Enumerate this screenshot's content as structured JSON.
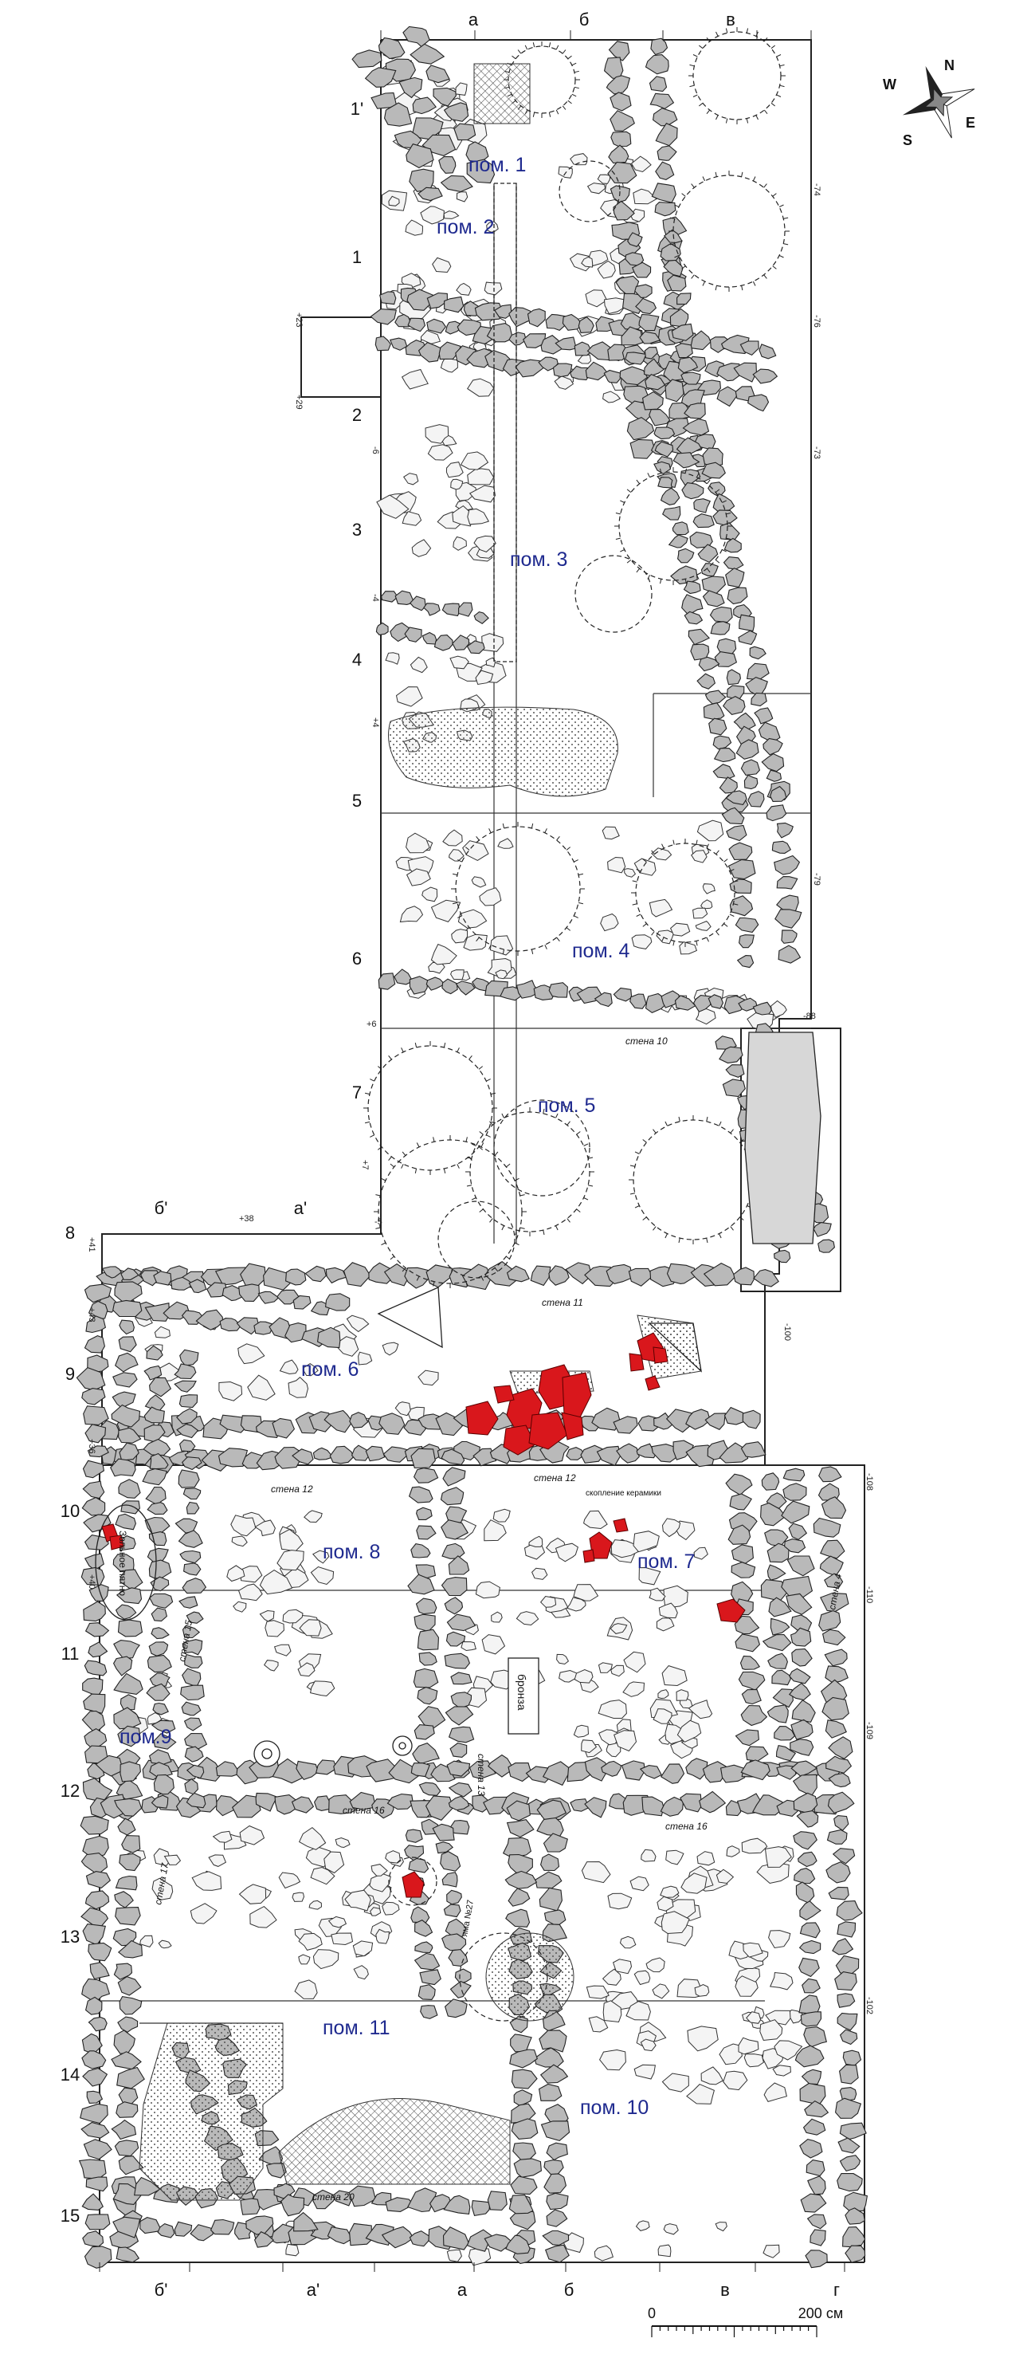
{
  "grid": {
    "columns_top": [
      "а",
      "б",
      "в"
    ],
    "columns_mid": [
      "б'",
      "а'"
    ],
    "columns_bottom": [
      "б'",
      "а'",
      "а",
      "б",
      "в",
      "г"
    ],
    "rows": [
      "1'",
      "1",
      "2",
      "3",
      "4",
      "5",
      "6",
      "7",
      "8",
      "9",
      "10",
      "11",
      "12",
      "13",
      "14",
      "15"
    ]
  },
  "rooms": [
    {
      "id": "r1",
      "label": "пом. 1"
    },
    {
      "id": "r2",
      "label": "пом. 2"
    },
    {
      "id": "r3",
      "label": "пом. 3"
    },
    {
      "id": "r4",
      "label": "пом. 4"
    },
    {
      "id": "r5",
      "label": "пом. 5"
    },
    {
      "id": "r6",
      "label": "пом. 6"
    },
    {
      "id": "r7",
      "label": "пом. 7"
    },
    {
      "id": "r8",
      "label": "пом. 8"
    },
    {
      "id": "r9",
      "label": "пом.9"
    },
    {
      "id": "r10",
      "label": "пом. 10"
    },
    {
      "id": "r11",
      "label": "пом. 11"
    }
  ],
  "walls": {
    "w10": "стена 10",
    "w11": "стена 11",
    "w12a": "стена 12",
    "w12b": "стена 12",
    "w13": "стена 13",
    "w15": "стена 15",
    "w16a": "стена 16",
    "w16b": "стена 16",
    "w17": "стена 17",
    "w20": "стена 20",
    "w4": "стена 4"
  },
  "elevations": {
    "e1": "-74",
    "e2": "-76",
    "e3": "-73",
    "e4": "-79",
    "e5": "-88",
    "e6": "-100",
    "e7": "-108",
    "e8": "-110",
    "e9": "-109",
    "e10": "-102",
    "e11": "+41",
    "e12": "+38",
    "e13": "-5",
    "e14": "+43",
    "e15": "+36",
    "e16": "+40",
    "e17": "-6",
    "e18": "-4",
    "e19": "+4",
    "e20": "+6",
    "e21": "+7",
    "e22": "+23",
    "e23": "+29"
  },
  "notes": {
    "kiln": "Зольное пятно",
    "ceramics": "скопление керамики",
    "bronze": "бронза",
    "pit27": "яма №27"
  },
  "scale": {
    "zero": "0",
    "end": "200 см"
  },
  "compass": {
    "N": "N",
    "S": "S",
    "E": "E",
    "W": "W"
  },
  "colors": {
    "stone_fill": "#b9b9b9",
    "stone_light": "#f2f2f2",
    "room_label": "#1f2a8f",
    "finds": "#d9171c"
  }
}
